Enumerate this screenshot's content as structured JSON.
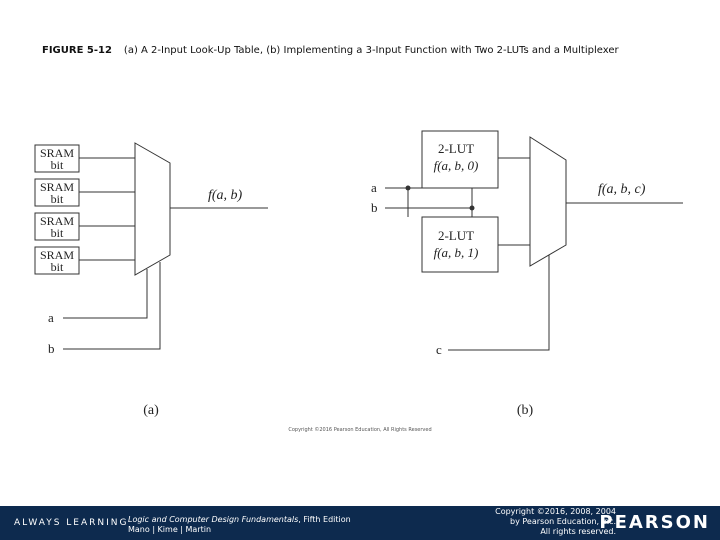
{
  "caption": {
    "label": "FIGURE 5-12",
    "text": "(a) A 2-Input Look-Up Table, (b) Implementing a 3-Input Function with Two 2-LUTs and a Multiplexer"
  },
  "diagram_a": {
    "sram_line1": "SRAM",
    "sram_line2": "bit",
    "output": "f(a, b)",
    "input_a": "a",
    "input_b": "b",
    "sublabel": "(a)"
  },
  "diagram_b": {
    "lut_title": "2-LUT",
    "lut0_func": "f(a, b, 0)",
    "lut1_func": "f(a, b, 1)",
    "output": "f(a, b, c)",
    "input_a": "a",
    "input_b": "b",
    "input_c": "c",
    "sublabel": "(b)"
  },
  "copyright_center": "Copyright ©2016 Pearson Education, All Rights Reserved",
  "footer": {
    "always_learning": "ALWAYS LEARNING",
    "book_title": "Logic and Computer Design Fundamentals",
    "book_edition": ", Fifth Edition",
    "authors": "Mano | Kime | Martin",
    "rights_line1": "Copyright ©2016, 2008, 2004",
    "rights_line2": "by Pearson Education, Inc.",
    "rights_line3": "All rights reserved.",
    "brand": "PEARSON"
  },
  "colors": {
    "footer_bg": "#0d2a4e",
    "line": "#333333"
  }
}
